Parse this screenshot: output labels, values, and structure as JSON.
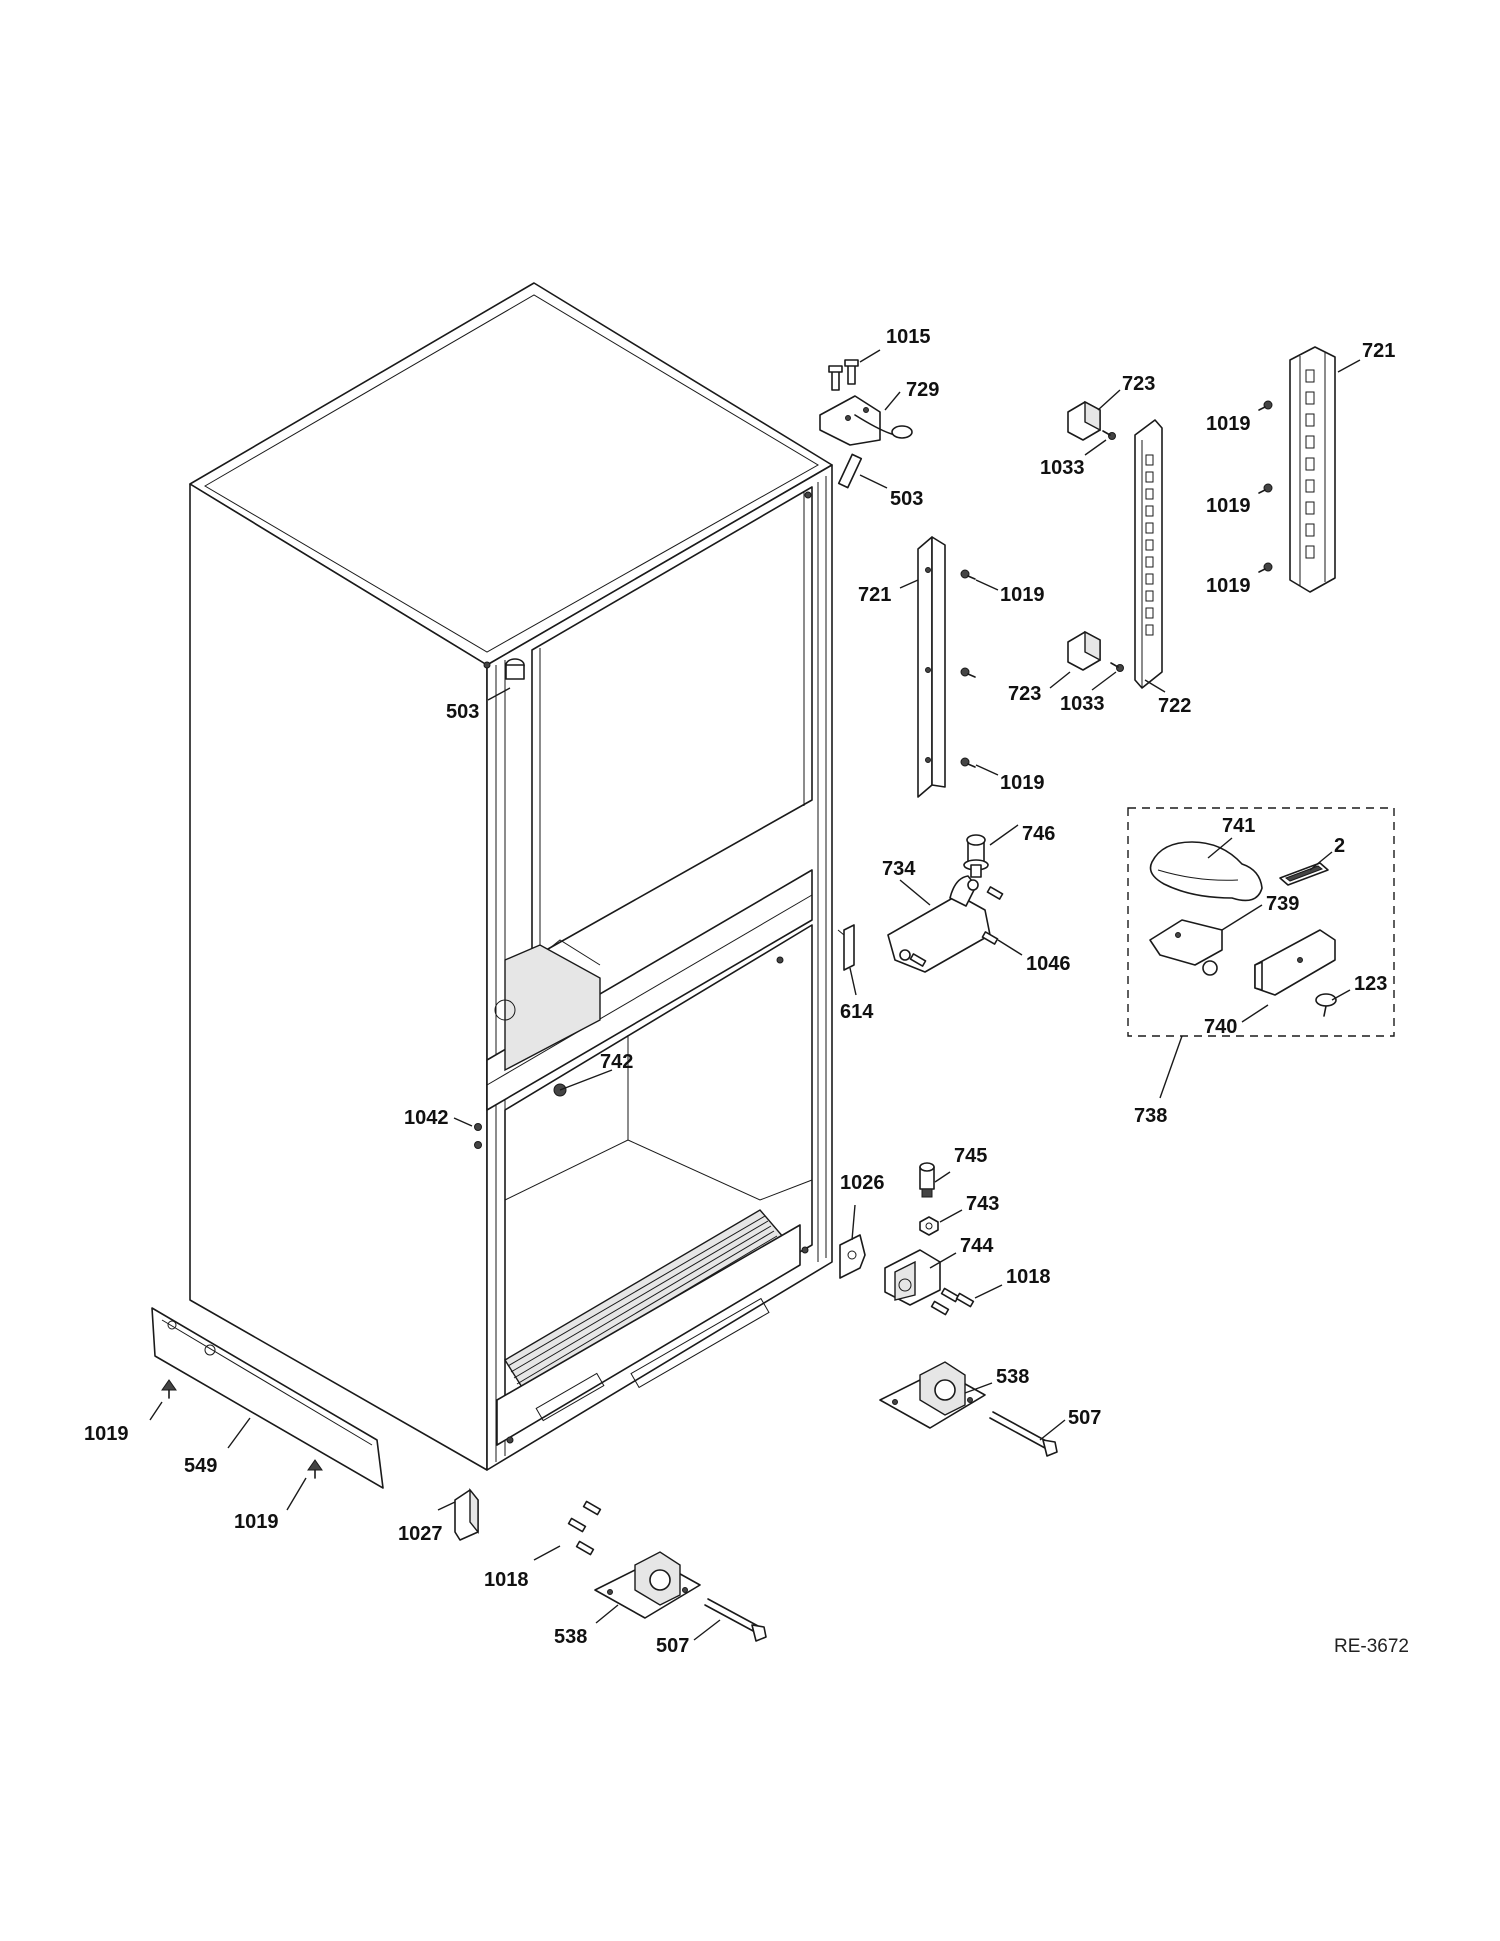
{
  "diagram": {
    "reference_code": "RE-3672",
    "callouts": [
      {
        "id": "c1015",
        "label": "1015"
      },
      {
        "id": "c729",
        "label": "729"
      },
      {
        "id": "c503a",
        "label": "503"
      },
      {
        "id": "c503b",
        "label": "503"
      },
      {
        "id": "c721a",
        "label": "721"
      },
      {
        "id": "c1019a",
        "label": "1019"
      },
      {
        "id": "c1019b",
        "label": "1019"
      },
      {
        "id": "c723a",
        "label": "723"
      },
      {
        "id": "c1033a",
        "label": "1033"
      },
      {
        "id": "c723b",
        "label": "723"
      },
      {
        "id": "c1033b",
        "label": "1033"
      },
      {
        "id": "c722",
        "label": "722"
      },
      {
        "id": "c721b",
        "label": "721"
      },
      {
        "id": "c1019c",
        "label": "1019"
      },
      {
        "id": "c1019d",
        "label": "1019"
      },
      {
        "id": "c1019e",
        "label": "1019"
      },
      {
        "id": "c746",
        "label": "746"
      },
      {
        "id": "c734",
        "label": "734"
      },
      {
        "id": "c1046",
        "label": "1046"
      },
      {
        "id": "c614",
        "label": "614"
      },
      {
        "id": "c741",
        "label": "741"
      },
      {
        "id": "c2",
        "label": "2"
      },
      {
        "id": "c739",
        "label": "739"
      },
      {
        "id": "c123",
        "label": "123"
      },
      {
        "id": "c740",
        "label": "740"
      },
      {
        "id": "c738",
        "label": "738"
      },
      {
        "id": "c742",
        "label": "742"
      },
      {
        "id": "c1042",
        "label": "1042"
      },
      {
        "id": "c745",
        "label": "745"
      },
      {
        "id": "c1026",
        "label": "1026"
      },
      {
        "id": "c743",
        "label": "743"
      },
      {
        "id": "c744",
        "label": "744"
      },
      {
        "id": "c1018a",
        "label": "1018"
      },
      {
        "id": "c538a",
        "label": "538"
      },
      {
        "id": "c507a",
        "label": "507"
      },
      {
        "id": "c1019f",
        "label": "1019"
      },
      {
        "id": "c549",
        "label": "549"
      },
      {
        "id": "c1019g",
        "label": "1019"
      },
      {
        "id": "c1027",
        "label": "1027"
      },
      {
        "id": "c1018b",
        "label": "1018"
      },
      {
        "id": "c538b",
        "label": "538"
      },
      {
        "id": "c507b",
        "label": "507"
      }
    ]
  }
}
